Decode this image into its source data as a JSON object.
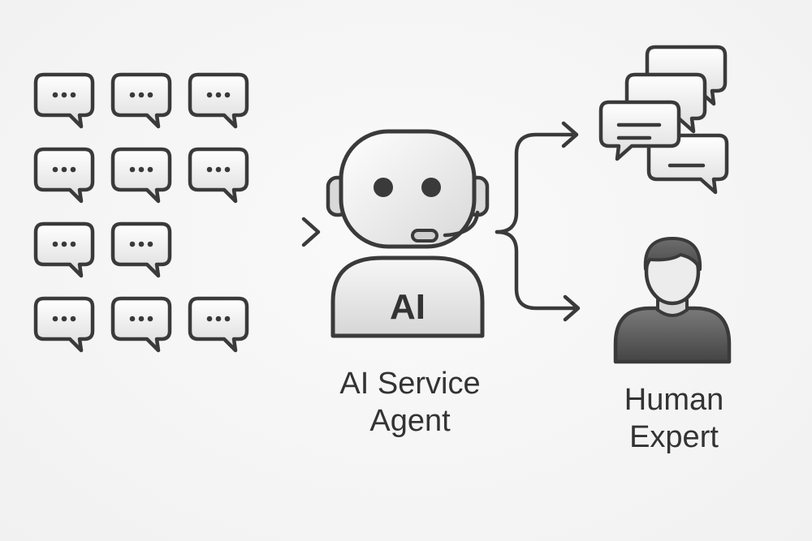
{
  "nodes": {
    "ai_agent": {
      "badge": "AI",
      "label_lines": [
        "AI Service",
        "Agent"
      ]
    },
    "human_expert": {
      "label_lines": [
        "Human",
        "Expert"
      ]
    }
  },
  "incoming_messages": {
    "rows": [
      3,
      3,
      2,
      3
    ],
    "icon": "speech-bubble-ellipsis-icon"
  },
  "outgoing_messages": {
    "icon": "stacked-chat-bubbles-icon",
    "count": 4
  },
  "colors": {
    "stroke": "#3a3a3a",
    "fill_light": "#e9e9e9",
    "person_fill": "#5b5b5b",
    "background": "#f4f4f4"
  }
}
